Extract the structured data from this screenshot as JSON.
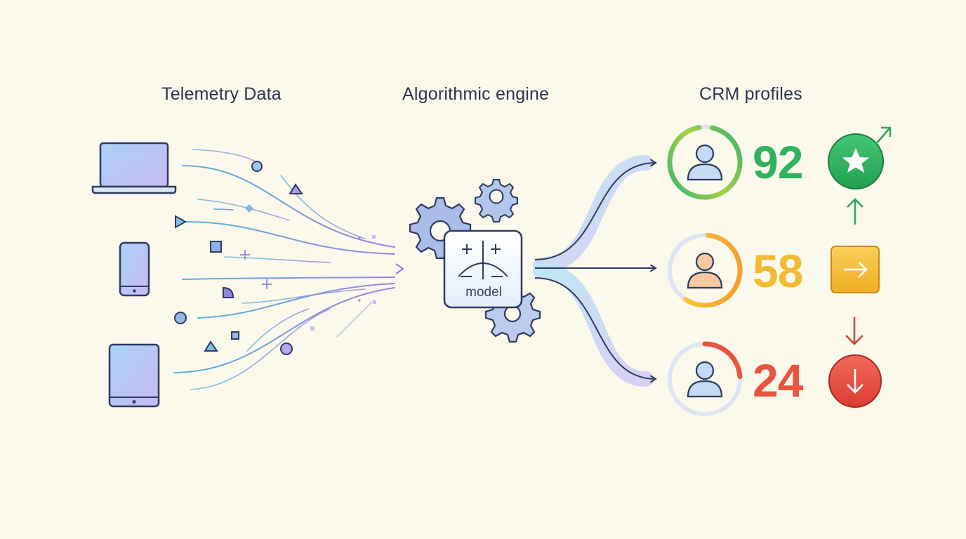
{
  "sections": {
    "telemetry": "Telemetry Data",
    "engine": "Algorithmic engine",
    "crm": "CRM profiles"
  },
  "model": {
    "label": "model"
  },
  "devices": [
    "laptop-icon",
    "phone-icon",
    "tablet-icon"
  ],
  "profiles": [
    {
      "score": "92",
      "color": "#2fb35f",
      "ring_fraction": 1.0,
      "status_icon": "star-icon",
      "trend_icon": "arrow-up-icon"
    },
    {
      "score": "58",
      "color": "#f2bb30",
      "ring_fraction": 0.58,
      "status_icon": "arrow-right-icon",
      "trend_icon": "none"
    },
    {
      "score": "24",
      "color": "#e8553f",
      "ring_fraction": 0.24,
      "status_icon": "arrow-down-icon",
      "trend_icon": "arrow-down-icon"
    }
  ],
  "colors": {
    "background": "#fbf8ec",
    "text": "#2c3550",
    "outline": "#2f3a5e",
    "stream_blue": "#5fb3df",
    "stream_purple": "#9b84e0",
    "green": "#2fb35f",
    "amber": "#f2bb30",
    "red": "#e8553f"
  }
}
